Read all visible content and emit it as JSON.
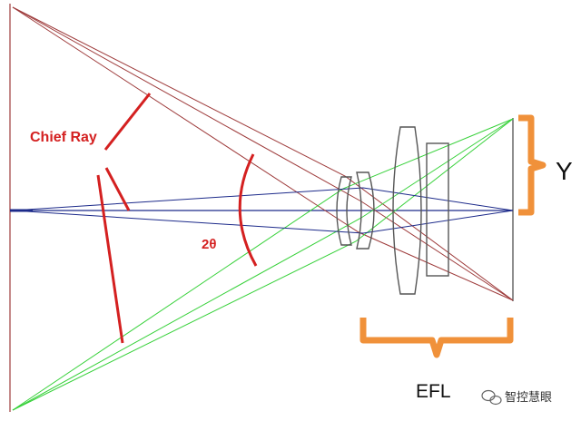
{
  "labels": {
    "chief_ray": "Chief Ray",
    "field_angle": "2θ",
    "image_height": "Y",
    "focal_length": "EFL"
  },
  "watermark": {
    "text": "智控慧眼"
  },
  "colors": {
    "red_rays": "#9e3b3b",
    "green_rays": "#37d13a",
    "blue_rays": "#1c2a8a",
    "annotation": "#d42020",
    "brace": "#f0913a",
    "lens_outline": "#555555"
  }
}
